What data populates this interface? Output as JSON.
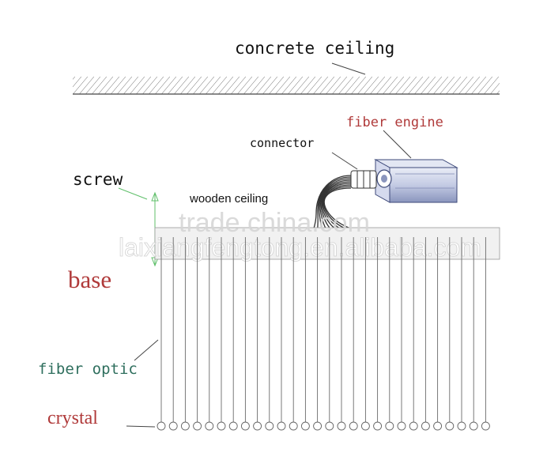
{
  "labels": {
    "concrete_ceiling": "concrete ceiling",
    "fiber_engine": "fiber engine",
    "connector": "connector",
    "screw": "screw",
    "wooden_ceiling": "wooden ceiling",
    "base": "base",
    "fiber_optic": "fiber optic",
    "crystal": "crystal"
  },
  "watermark": {
    "main": "trade.china.com",
    "sub": "laixiangfengtong.en.alibaba.com"
  },
  "colors": {
    "line": "#666666",
    "label_dark": "#111111",
    "label_red": "#b03a3a",
    "label_green": "#2f6f5e",
    "label_navy": "#1e2a66",
    "arrow_green": "#5fbf6a",
    "engine_body": "#c9cfe6",
    "engine_dark": "#3e4a7a",
    "watermark": "#e8e8e8"
  }
}
